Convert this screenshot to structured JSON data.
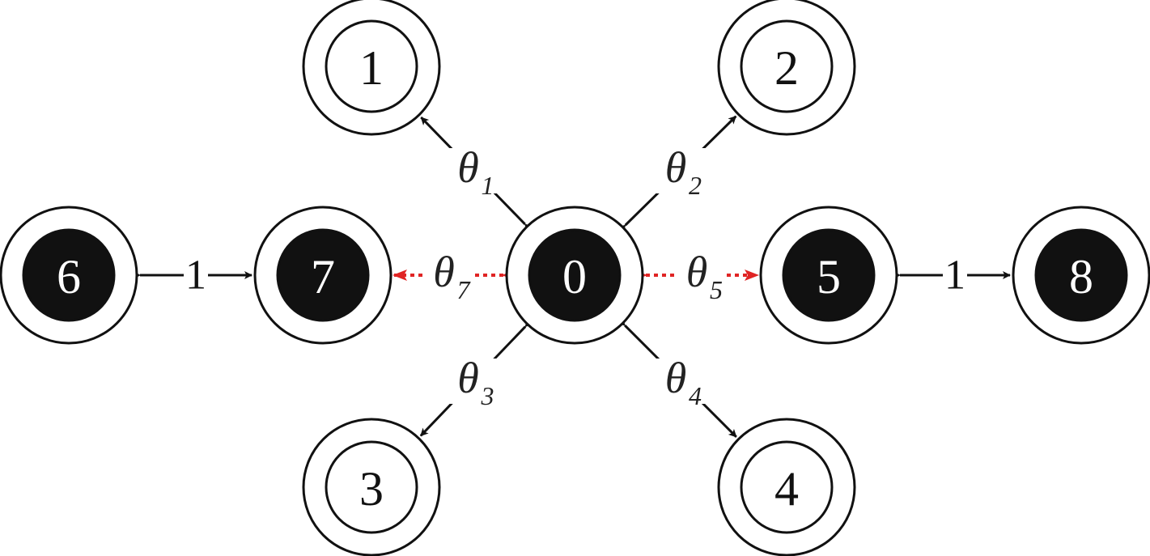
{
  "nodes": [
    {
      "id": "0",
      "filled": true
    },
    {
      "id": "1",
      "filled": false
    },
    {
      "id": "2",
      "filled": false
    },
    {
      "id": "3",
      "filled": false
    },
    {
      "id": "4",
      "filled": false
    },
    {
      "id": "5",
      "filled": true
    },
    {
      "id": "6",
      "filled": true
    },
    {
      "id": "7",
      "filled": true
    },
    {
      "id": "8",
      "filled": true
    }
  ],
  "edges": [
    {
      "from": "0",
      "to": "1",
      "symbol": "θ",
      "sub": "1",
      "color": "#111111",
      "style": "solid"
    },
    {
      "from": "0",
      "to": "2",
      "symbol": "θ",
      "sub": "2",
      "color": "#111111",
      "style": "solid"
    },
    {
      "from": "0",
      "to": "3",
      "symbol": "θ",
      "sub": "3",
      "color": "#111111",
      "style": "solid"
    },
    {
      "from": "0",
      "to": "4",
      "symbol": "θ",
      "sub": "4",
      "color": "#111111",
      "style": "solid"
    },
    {
      "from": "0",
      "to": "5",
      "symbol": "θ",
      "sub": "5",
      "color": "#e02424",
      "style": "dashed"
    },
    {
      "from": "0",
      "to": "7",
      "symbol": "θ",
      "sub": "7",
      "color": "#e02424",
      "style": "dashed"
    },
    {
      "from": "6",
      "to": "7",
      "symbol": "1",
      "sub": "",
      "color": "#111111",
      "style": "solid"
    },
    {
      "from": "5",
      "to": "8",
      "symbol": "1",
      "sub": "",
      "color": "#111111",
      "style": "solid"
    }
  ],
  "colors": {
    "stroke": "#111111",
    "filled": "#111111",
    "highlight": "#e02424",
    "background": "#ffffff"
  }
}
